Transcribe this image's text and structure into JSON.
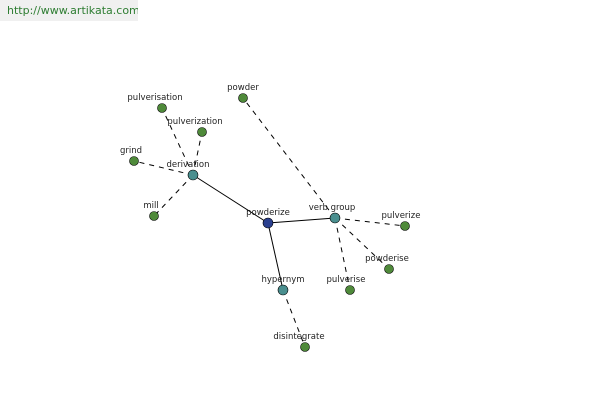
{
  "header": {
    "url": "http://www.artikata.com"
  },
  "colors": {
    "center": "#2a3f8f",
    "relation": "#4a8f8f",
    "word": "#4f8a3a"
  },
  "graph": {
    "nodes": [
      {
        "id": "powderize",
        "label": "powderize",
        "kind": "center"
      },
      {
        "id": "derivation",
        "label": "derivation",
        "kind": "relation"
      },
      {
        "id": "verbgroup",
        "label": "verb group",
        "kind": "relation"
      },
      {
        "id": "hypernym",
        "label": "hypernym",
        "kind": "relation"
      },
      {
        "id": "pulverisation",
        "label": "pulverisation",
        "kind": "word"
      },
      {
        "id": "pulverization",
        "label": "pulverization",
        "kind": "word"
      },
      {
        "id": "grind",
        "label": "grind",
        "kind": "word"
      },
      {
        "id": "mill",
        "label": "mill",
        "kind": "word"
      },
      {
        "id": "powder",
        "label": "powder",
        "kind": "word"
      },
      {
        "id": "pulverize",
        "label": "pulverize",
        "kind": "word"
      },
      {
        "id": "powderise",
        "label": "powderise",
        "kind": "word"
      },
      {
        "id": "pulverise",
        "label": "pulverise",
        "kind": "word"
      },
      {
        "id": "disintegrate",
        "label": "disintegrate",
        "kind": "word"
      }
    ],
    "edges": [
      {
        "from": "powderize",
        "to": "derivation",
        "style": "solid"
      },
      {
        "from": "powderize",
        "to": "verbgroup",
        "style": "solid"
      },
      {
        "from": "powderize",
        "to": "hypernym",
        "style": "solid"
      },
      {
        "from": "derivation",
        "to": "pulverisation",
        "style": "dashed"
      },
      {
        "from": "derivation",
        "to": "pulverization",
        "style": "dashed"
      },
      {
        "from": "derivation",
        "to": "grind",
        "style": "dashed"
      },
      {
        "from": "derivation",
        "to": "mill",
        "style": "dashed"
      },
      {
        "from": "verbgroup",
        "to": "powder",
        "style": "dashed"
      },
      {
        "from": "verbgroup",
        "to": "pulverize",
        "style": "dashed"
      },
      {
        "from": "verbgroup",
        "to": "powderise",
        "style": "dashed"
      },
      {
        "from": "verbgroup",
        "to": "pulverise",
        "style": "dashed"
      },
      {
        "from": "hypernym",
        "to": "disintegrate",
        "style": "dashed"
      }
    ]
  }
}
